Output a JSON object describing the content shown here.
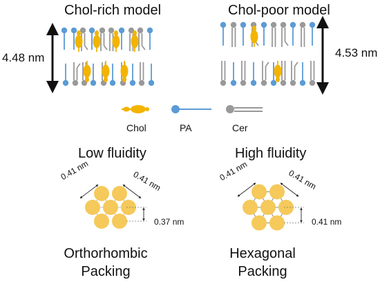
{
  "models": {
    "rich": {
      "title": "Chol-rich model",
      "thickness": "4.48 nm"
    },
    "poor": {
      "title": "Chol-poor model",
      "thickness": "4.53 nm"
    }
  },
  "legend": {
    "chol": "Chol",
    "pa": "PA",
    "cer": "Cer"
  },
  "packing": {
    "low": {
      "title": "Low fluidity",
      "spacing_a": "0.41 nm",
      "spacing_b": "0.41 nm",
      "row_gap": "0.37 nm",
      "type_line1": "Orthorhombic",
      "type_line2": "Packing"
    },
    "high": {
      "title": "High fluidity",
      "spacing_a": "0.41 nm",
      "spacing_b": "0.41 nm",
      "row_gap": "0.41 nm",
      "type_line1": "Hexagonal",
      "type_line2": "Packing"
    }
  },
  "colors": {
    "chol": "#f3b400",
    "pa": "#5b9bd5",
    "cer": "#999999",
    "lattice": "#f5c95a",
    "arrow": "#111111"
  }
}
